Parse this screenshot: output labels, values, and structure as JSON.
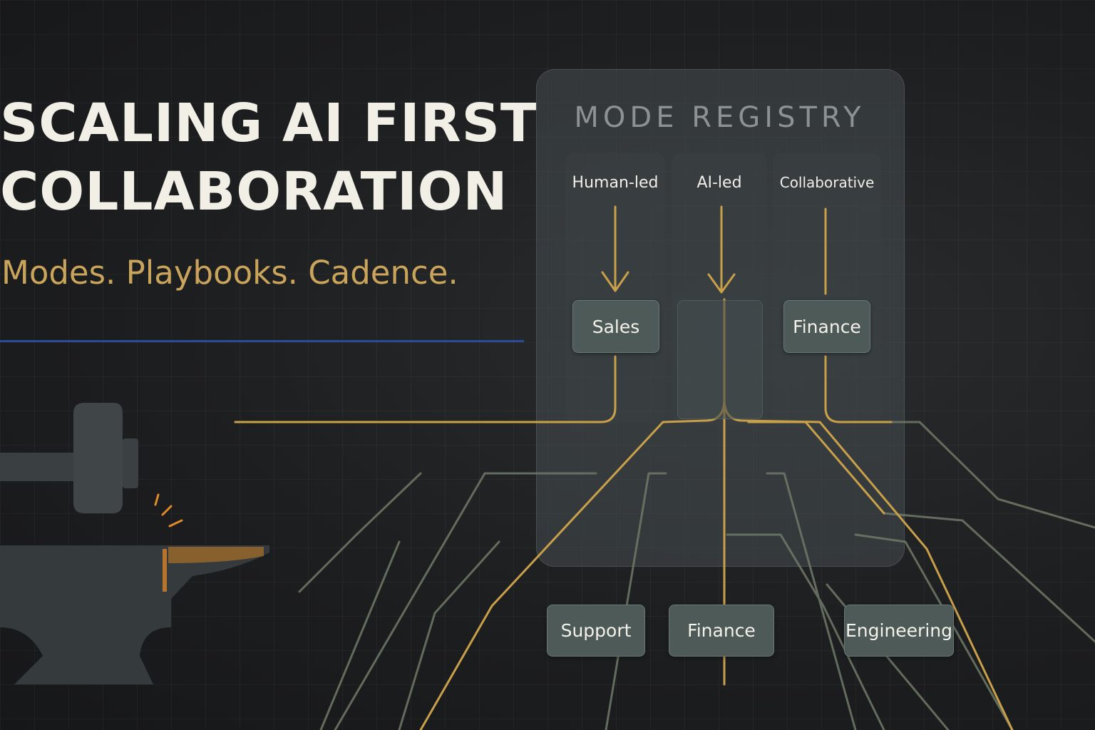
{
  "hero": {
    "title_line_1": "SCALING AI FIRST",
    "title_line_2": "COLLABORATION",
    "subtitle": "Modes. Playbooks. Cadence."
  },
  "registry": {
    "title": "MODE REGISTRY",
    "modes": [
      {
        "label": "Human-led",
        "team": "Sales"
      },
      {
        "label": "AI-led",
        "team": ""
      },
      {
        "label": "Collaborative",
        "team": "Finance"
      }
    ]
  },
  "destinations": [
    "Support",
    "Finance",
    "Engineering"
  ],
  "colors": {
    "background": "#1a1b1d",
    "title_text": "#f2efe6",
    "subtitle_gold": "#c9a45a",
    "route_gold": "#c9a04a",
    "route_muted": "#6f7a68",
    "accent_rule": "#2c4a9a",
    "node_fill": "#4d5a58"
  },
  "icons": {
    "anvil": "anvil-icon",
    "hammer": "hammer-icon",
    "sparks": "sparks-icon",
    "arrows": "arrow-down-icon"
  }
}
